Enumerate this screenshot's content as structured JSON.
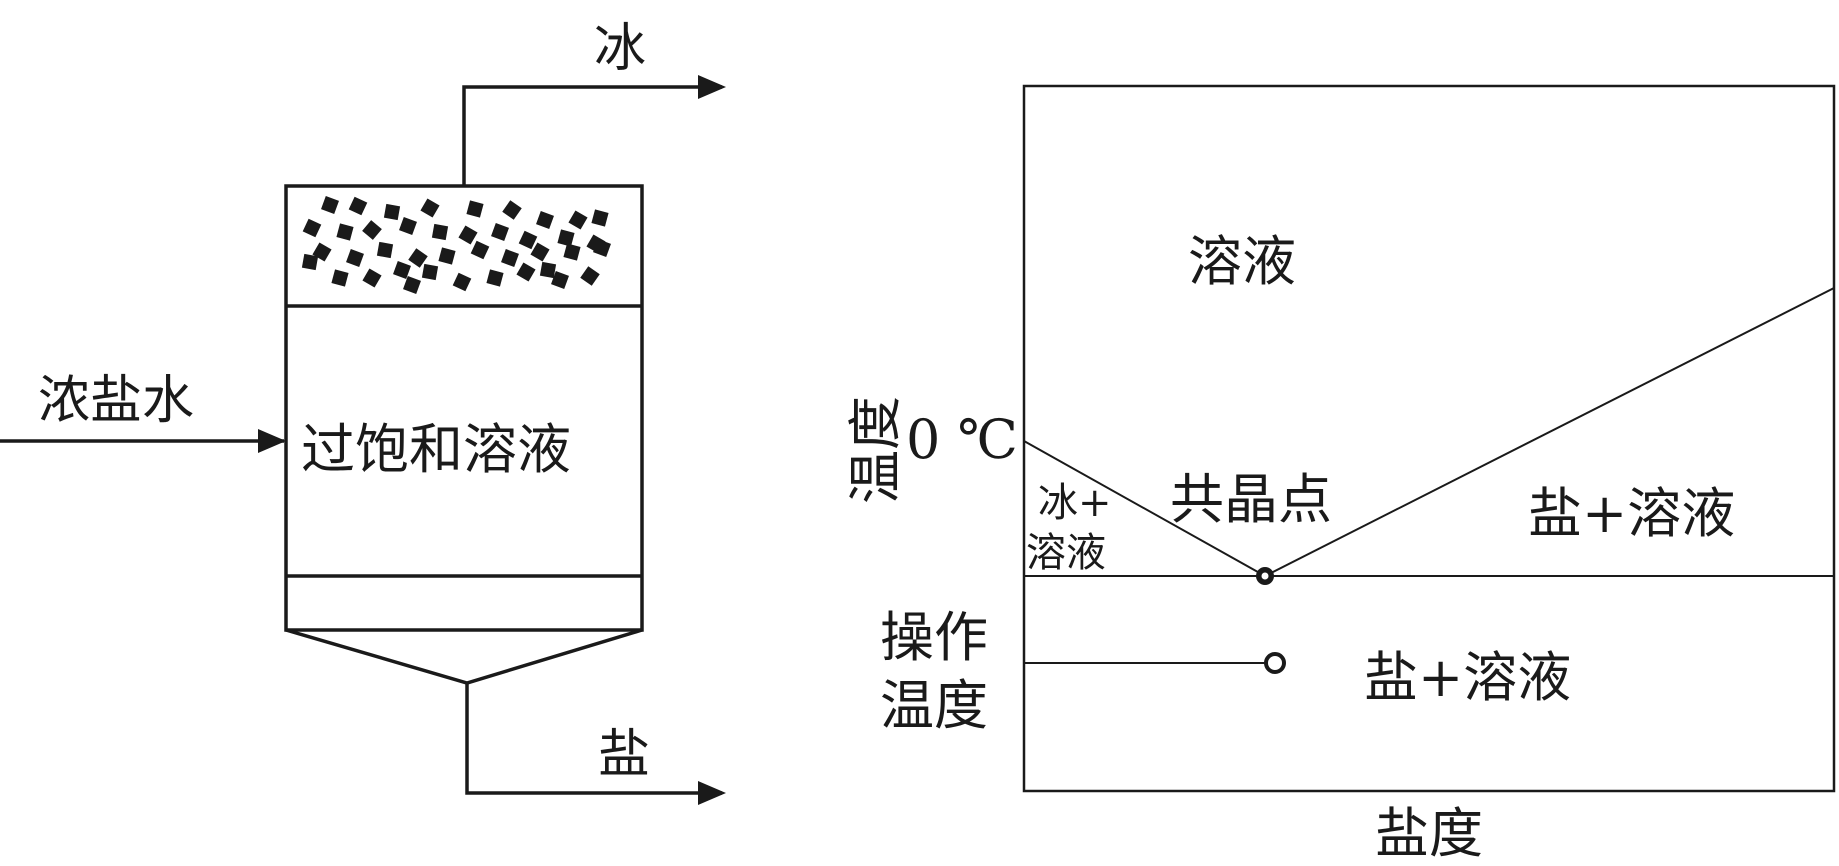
{
  "crystallizer": {
    "ice_out_label": "冰",
    "brine_in_label": "浓盐水",
    "supersaturated_label": "过饱和溶液",
    "salt_out_label": "盐"
  },
  "phase_diagram": {
    "solution_region_label": "溶液",
    "y_axis_label": "温度",
    "zero_c_label": "0 ℃",
    "ice_plus_solution_line1": "冰+",
    "ice_plus_solution_line2": "溶液",
    "eutectic_label": "共晶点",
    "salt_plus_solution_upper": "盐+溶液",
    "operating_temp_line1": "操作",
    "operating_temp_line2": "温度",
    "salt_plus_solution_lower": "盐+溶液",
    "x_axis_label": "盐度"
  }
}
